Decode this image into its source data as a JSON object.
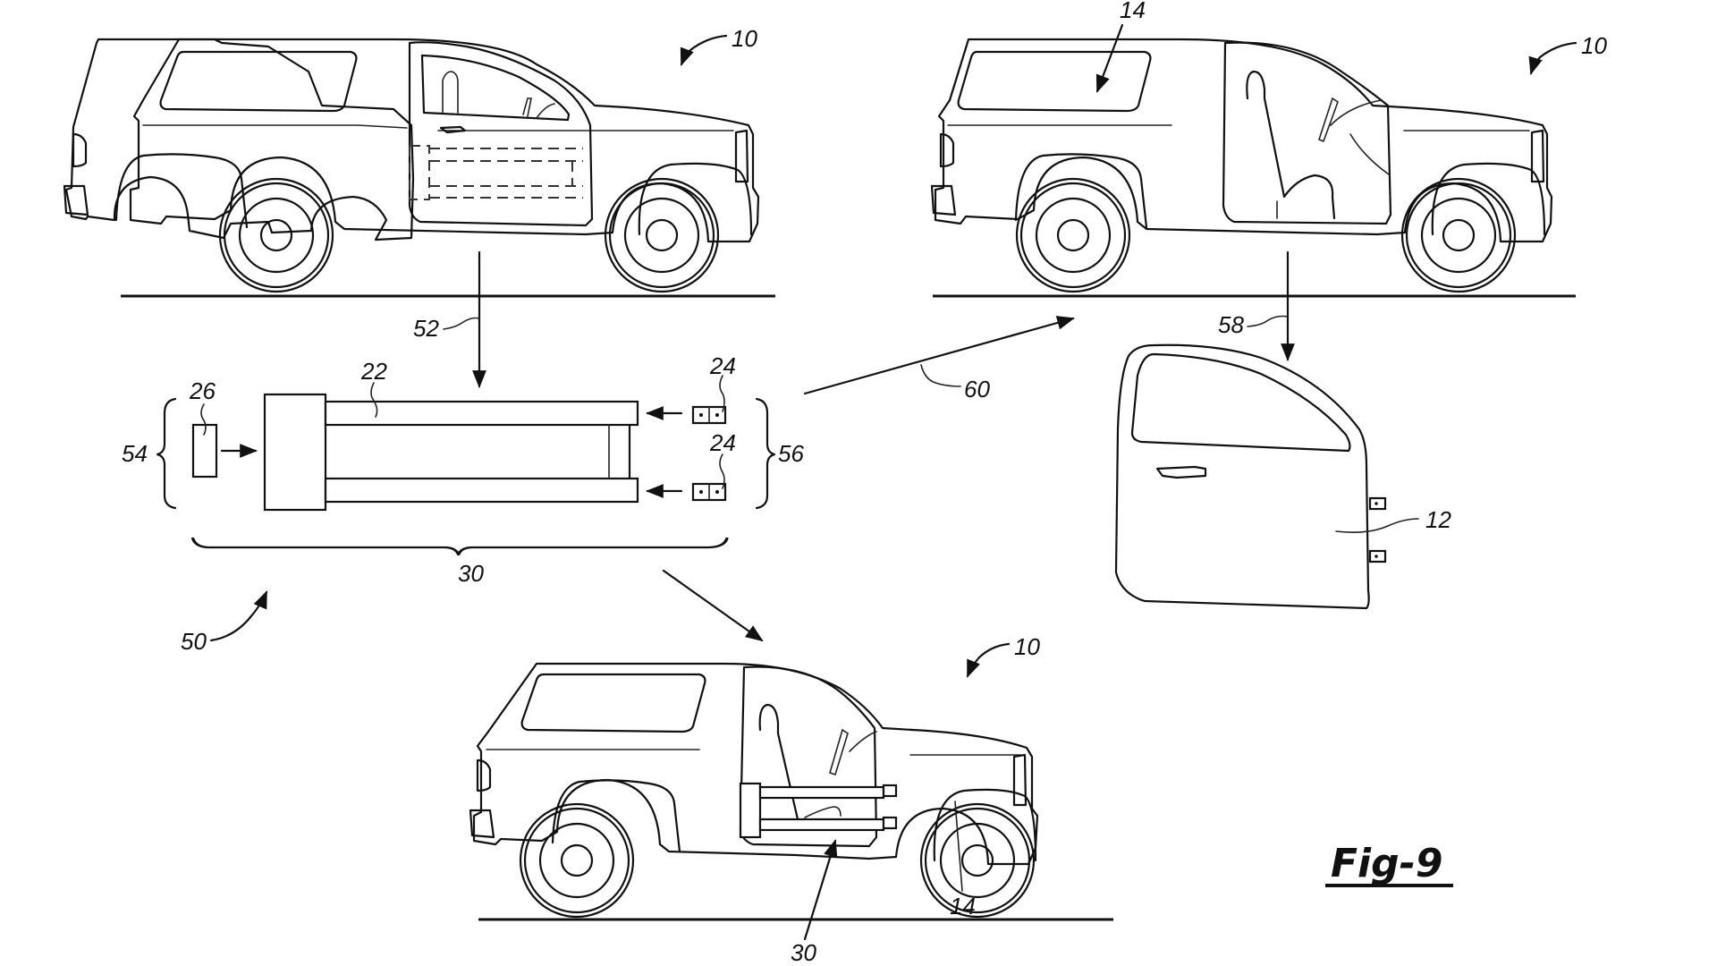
{
  "figure": {
    "title": "Fig-9",
    "views": [
      {
        "id": "vehicle-with-door",
        "refs": [
          "10"
        ]
      },
      {
        "id": "vehicle-door-removed",
        "refs": [
          "14",
          "10"
        ]
      },
      {
        "id": "removed-door",
        "refs": [
          "58",
          "12"
        ]
      },
      {
        "id": "conversion-kit",
        "refs": [
          "52",
          "22",
          "26",
          "24",
          "24",
          "54",
          "56",
          "30",
          "50"
        ]
      },
      {
        "id": "vehicle-with-kit-installed",
        "refs": [
          "10",
          "14",
          "30"
        ]
      }
    ]
  },
  "labels": {
    "vehicle_top_left": "10",
    "vehicle_top_right": "10",
    "cabin_opening": "14",
    "arrow_remove_kit": "52",
    "arrow_remove_door": "58",
    "arrow_transition": "60",
    "door": "12",
    "frame": "22",
    "panel": "26",
    "hinge_upper": "24",
    "hinge_lower": "24",
    "bracket_left": "54",
    "bracket_right": "56",
    "kit_assembly": "30",
    "method": "50",
    "vehicle_bottom": "10",
    "cabin_opening_bottom": "14",
    "kit_installed": "30"
  }
}
